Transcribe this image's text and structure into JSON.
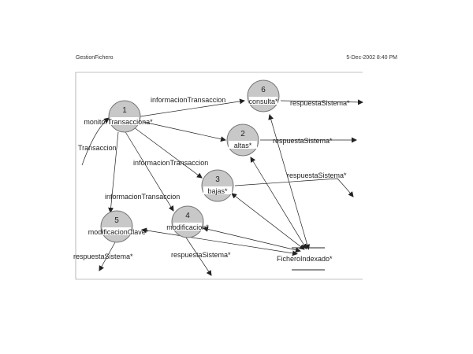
{
  "header": {
    "left": "GestionFichero",
    "right": "5-Dec-2002 8:40 PM"
  },
  "nodes": [
    {
      "id": "n1",
      "number": "1",
      "label": "monitorTransacciona*"
    },
    {
      "id": "n2",
      "number": "2",
      "label": "altas*"
    },
    {
      "id": "n3",
      "number": "3",
      "label": "bajas*"
    },
    {
      "id": "n4",
      "number": "4",
      "label": "modificacion*"
    },
    {
      "id": "n5",
      "number": "5",
      "label": "modificacionClave*"
    },
    {
      "id": "n6",
      "number": "6",
      "label": "consulta*"
    }
  ],
  "store": {
    "label": "FicheroIndexado*"
  },
  "flows": [
    "informacionTransaccion",
    "informacionTransaccion",
    "informacionTransaccion",
    "Transaccion",
    "respuestaSistema*",
    "respuestaSistema*",
    "respuestaSistema*",
    "respuestaSistema*",
    "respuestaSistema*"
  ]
}
